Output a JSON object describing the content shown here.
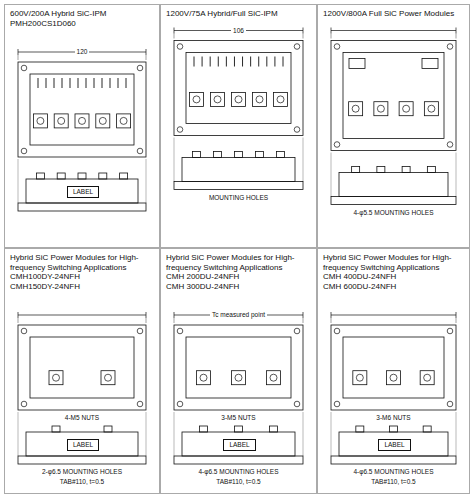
{
  "diagram": {
    "nodes": [
      {
        "text": [
          "600V/200A Hybrid SiC-IPM",
          "PMH200CS1D060"
        ]
      },
      {
        "text": [
          "1200V/75A Hybrid/Full SiC-IPM"
        ]
      },
      {
        "text": [
          "1200V/800A Full SiC Power Modules"
        ]
      },
      {
        "text": [
          "Hybrid SiC Power Modules for High-frequency Switching Applications",
          "CMH100DY-24NFH",
          "CMH150DY-24NFH"
        ]
      },
      {
        "text": [
          "Hybrid SiC Power Modules for High-frequency Switching Applications",
          "CMH 200DU-24NFH",
          "CMH 300DU-24NFH"
        ]
      },
      {
        "text": [
          "Hybrid SiC Power Modules for High-frequency Switching Applications",
          "CMH 400DU-24NFH",
          "CMH 600DU-24NFH"
        ]
      },
      {
        "text": [
          "LABEL"
        ],
        "in": 0
      },
      {
        "text": [
          "LABEL"
        ],
        "in": 3
      },
      {
        "text": [
          "LABEL"
        ],
        "in": 4
      },
      {
        "text": [
          "LABEL"
        ],
        "in": 5
      }
    ],
    "labels": [
      "120",
      "106",
      "MOUNTING HOLES",
      "4-φ5.5 MOUNTING HOLES",
      "4-M5 NUTS",
      "2-φ6.5 MOUNTING HOLES",
      "TAB#110, t=0.5",
      "Tc measured point",
      "3-M5 NUTS",
      "4-φ6.5 MOUNTING HOLES",
      "TAB#110, t=0.5",
      "3-M6 NUTS",
      "4-φ6.5 MOUNTING HOLES",
      "TAB#110, t=0.5"
    ]
  }
}
